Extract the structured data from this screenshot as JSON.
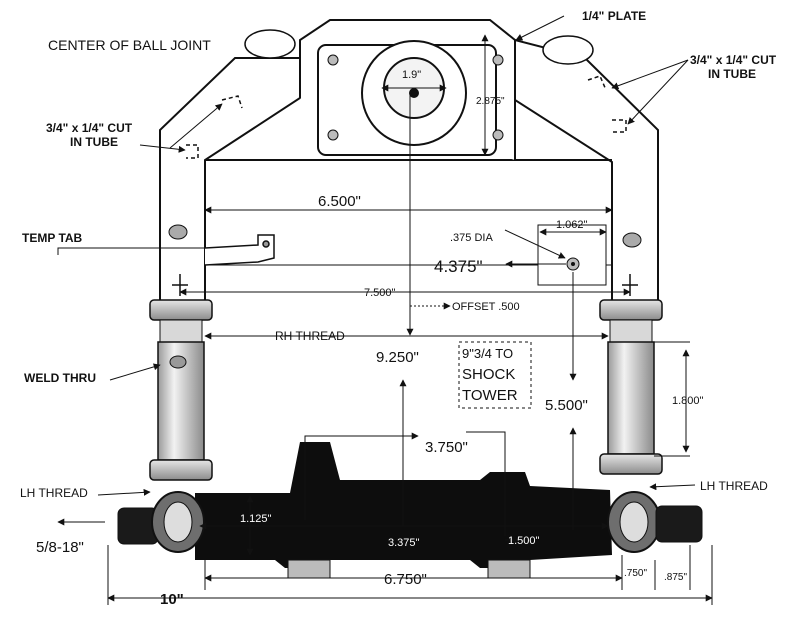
{
  "labels": {
    "center_ball_joint": "CENTER OF BALL JOINT",
    "plate": "1/4\" PLATE",
    "cut_right_1": "3/4\" x 1/4\" CUT",
    "cut_right_2": "IN TUBE",
    "cut_left_1": "3/4\" x 1/4\" CUT",
    "cut_left_2": "IN TUBE",
    "temp_tab": "TEMP TAB",
    "weld_thru": "WELD THRU",
    "lh_thread_left": "LH THREAD",
    "lh_thread_right": "LH THREAD",
    "rh_thread": "RH THREAD",
    "thread_size": "5/8-18\"",
    "offset": "OFFSET .500",
    "hole_dia": ".375 DIA",
    "shock_1": "9\"3/4 TO",
    "shock_2": "SHOCK",
    "shock_3": "TOWER"
  },
  "dimensions": {
    "d_1_9": "1.9\"",
    "d_2_875": "2.875\"",
    "d_6_500": "6.500\"",
    "d_1_062": "1.062\"",
    "d_4_375": "4.375\"",
    "d_7_500": "7.500\"",
    "d_9_250": "9.250\"",
    "d_5_500": "5.500\"",
    "d_1_800": "1.800\"",
    "d_3_750": "3.750\"",
    "d_1_125": "1.125\"",
    "d_3_375": "3.375\"",
    "d_1_500": "1.500\"",
    "d_750": ".750\"",
    "d_875": ".875\"",
    "d_6_750": "6.750\"",
    "d_10": "10\""
  },
  "colors": {
    "ink": "#111111",
    "metal": "#cfcfcf",
    "body": "#0d0d0d"
  }
}
